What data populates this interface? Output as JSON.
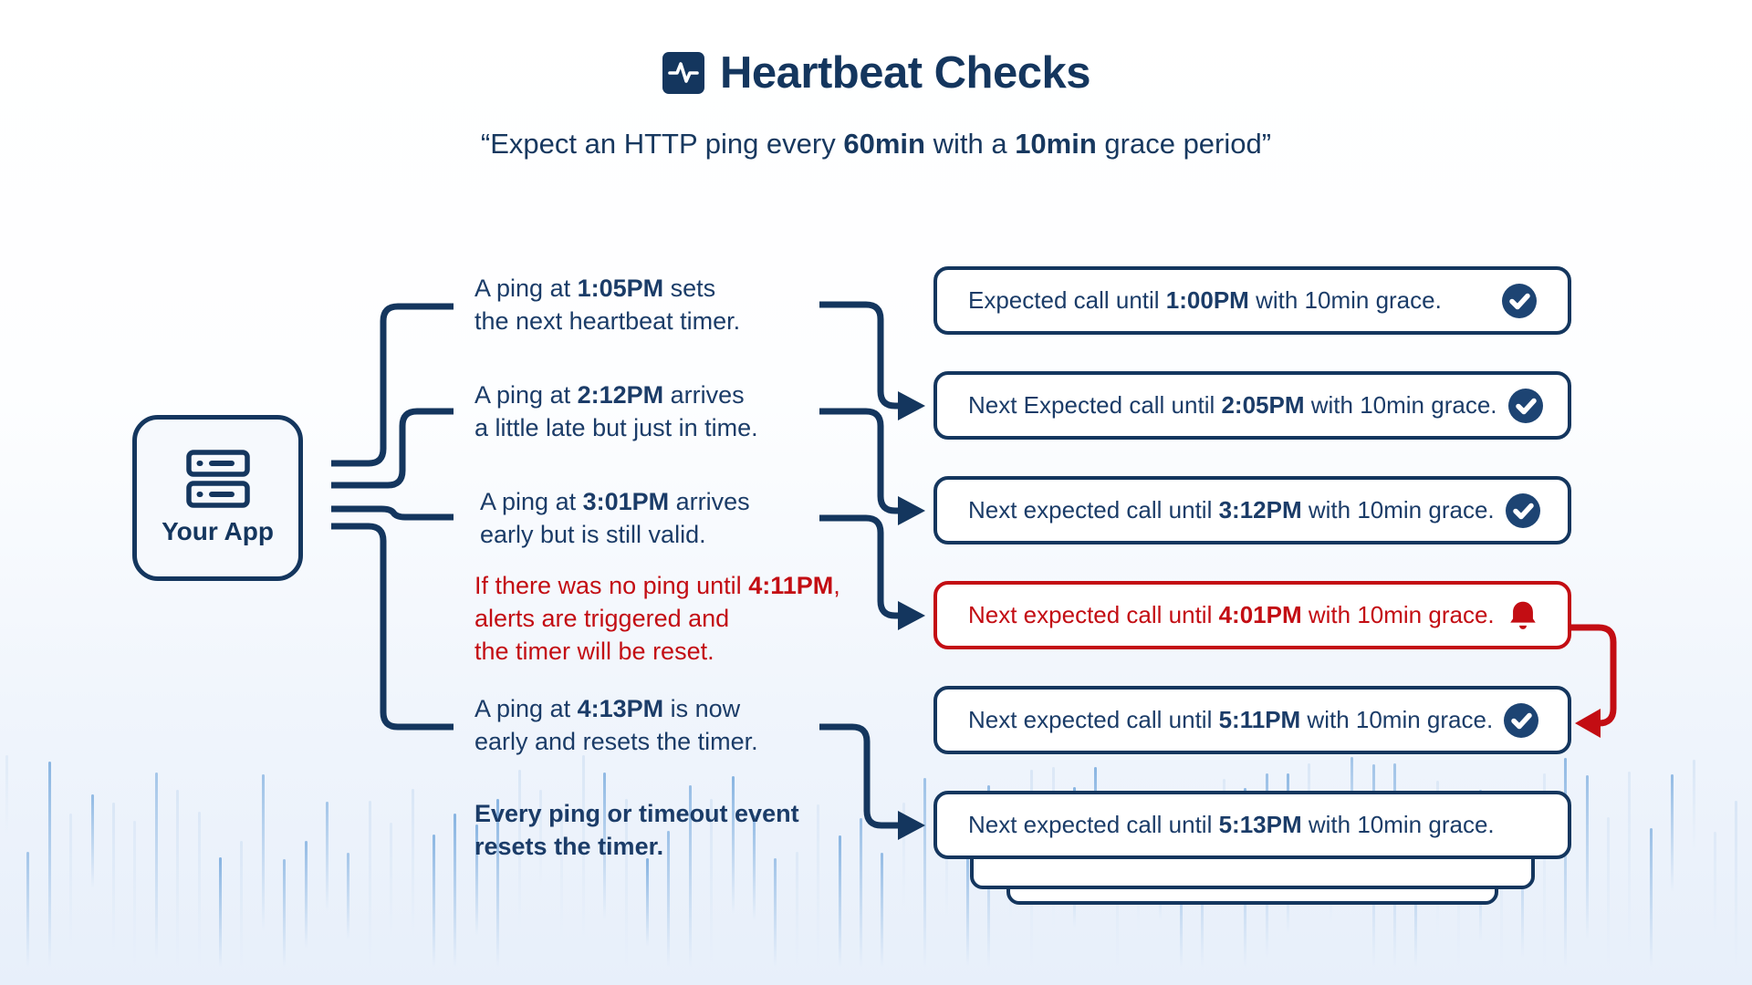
{
  "header": {
    "icon": "activity-heartbeat-icon",
    "title": "Heartbeat Checks",
    "subtitle": {
      "pre": "“Expect an HTTP ping every ",
      "interval": "60min",
      "mid": " with a ",
      "grace": "10min",
      "post": " grace period”"
    }
  },
  "app_node": {
    "icon": "server-icon",
    "label": "Your App"
  },
  "notes": [
    {
      "pre": "A ping at ",
      "time": "1:05PM",
      "post": " sets\nthe next heartbeat timer."
    },
    {
      "pre": "A ping at ",
      "time": "2:12PM",
      "post": " arrives\na little late but just in time."
    },
    {
      "pre": "A ping at ",
      "time": "3:01PM",
      "post": " arrives\nearly but is still valid."
    },
    {
      "pre": "If there was no ping until ",
      "time": "4:11PM",
      "post": ",\nalerts are triggered and\nthe timer will be reset."
    },
    {
      "pre": "A ping at ",
      "time": "4:13PM",
      "post": " is now\nearly and resets the timer."
    },
    {
      "text": "Every ping or timeout event\nresets the timer."
    }
  ],
  "checks": [
    {
      "pre": "Expected call until ",
      "time": "1:00PM",
      "post": " with 10min grace.",
      "status": "ok"
    },
    {
      "pre": "Next Expected call until ",
      "time": "2:05PM",
      "post": " with 10min grace.",
      "status": "ok"
    },
    {
      "pre": "Next expected call until ",
      "time": "3:12PM",
      "post": " with 10min grace.",
      "status": "ok"
    },
    {
      "pre": "Next expected call until ",
      "time": "4:01PM",
      "post": " with 10min grace.",
      "status": "alert"
    },
    {
      "pre": "Next expected call until ",
      "time": "5:11PM",
      "post": " with 10min grace.",
      "status": "ok"
    },
    {
      "pre": "Next expected call until ",
      "time": "5:13PM",
      "post": " with 10min grace.",
      "status": "none"
    }
  ],
  "icons": {
    "ok_badge": "check-circle-icon",
    "alert_badge": "alert-bell-icon"
  },
  "colors": {
    "navy": "#14365e",
    "text_navy": "#1b3c68",
    "badge_navy": "#1d4473",
    "alert_red": "#c30d13",
    "background_bottom": "#e7effa",
    "waveform_bar_strong": "#86b3e1",
    "waveform_bar_faint": "#cfe0f3"
  }
}
